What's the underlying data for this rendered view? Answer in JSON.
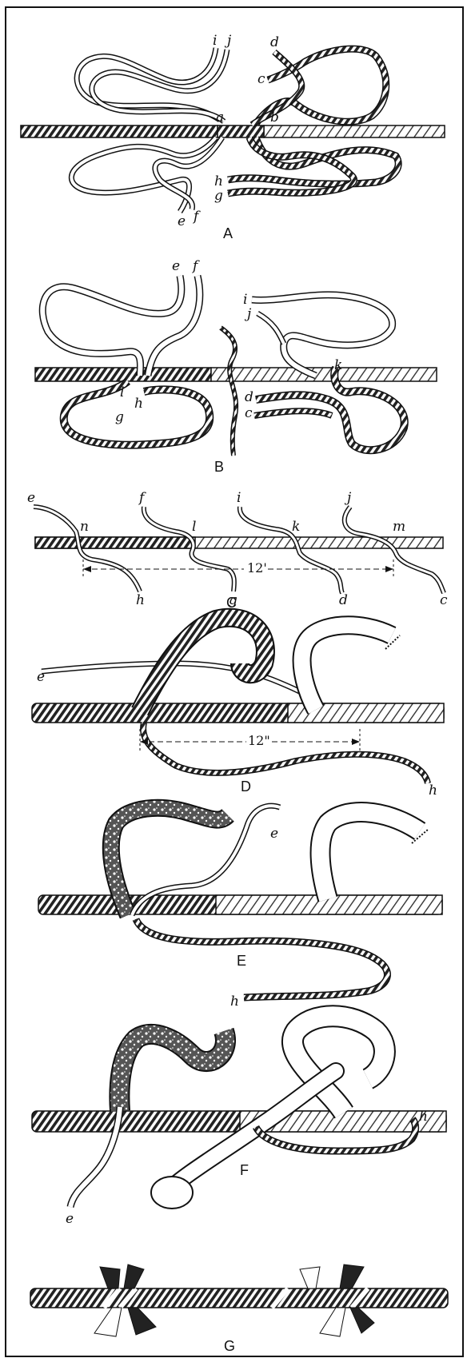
{
  "figure": {
    "panels": [
      {
        "id": "A",
        "label": "A",
        "strand_labels": [
          "i",
          "j",
          "d",
          "c",
          "a",
          "b",
          "h",
          "g",
          "e",
          "f"
        ]
      },
      {
        "id": "B",
        "label": "B",
        "strand_labels": [
          "e",
          "f",
          "i",
          "j",
          "k",
          "l",
          "h",
          "g",
          "d",
          "c"
        ]
      },
      {
        "id": "C",
        "label": "C",
        "strand_labels": [
          "e",
          "f",
          "i",
          "j",
          "n",
          "l",
          "k",
          "m",
          "h",
          "g",
          "d",
          "c"
        ],
        "dimension": "12'"
      },
      {
        "id": "D",
        "label": "D",
        "strand_labels": [
          "e",
          "h"
        ],
        "dimension": "12\""
      },
      {
        "id": "E",
        "label": "E",
        "strand_labels": [
          "e",
          "h"
        ]
      },
      {
        "id": "F",
        "label": "F",
        "strand_labels": [
          "e",
          "h"
        ]
      },
      {
        "id": "G",
        "label": "G",
        "strand_labels": []
      }
    ]
  }
}
